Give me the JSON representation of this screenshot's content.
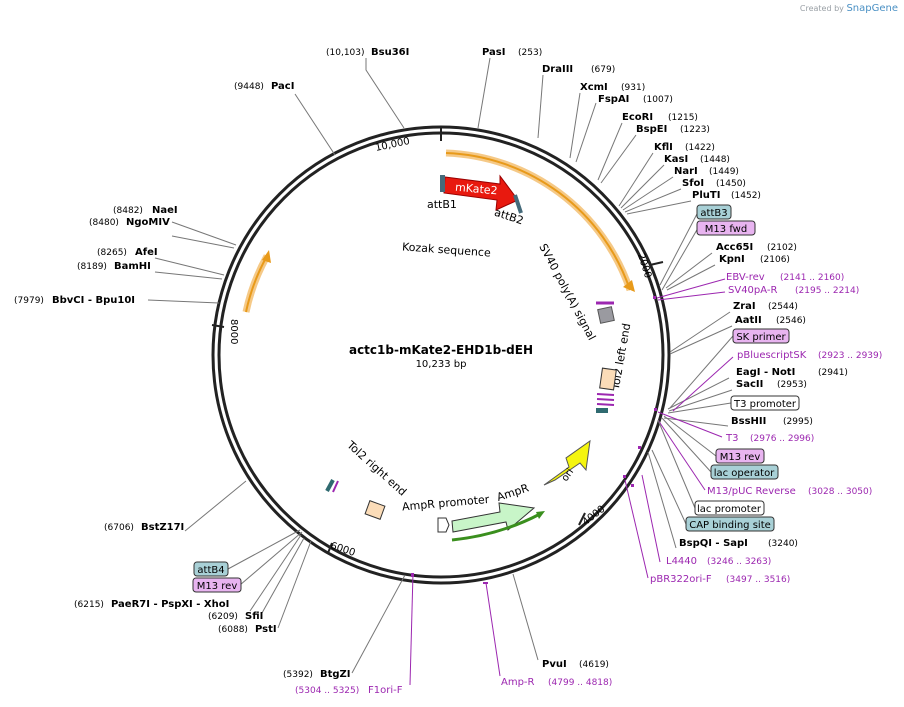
{
  "credit": {
    "prefix": "Created by",
    "brand": "SnapGene"
  },
  "plasmid": {
    "name": "actc1b-mKate2-EHD1b-dEH",
    "length_label": "10,233 bp"
  },
  "ticks": [
    "10,000",
    "2000",
    "4000",
    "6000",
    "8000"
  ],
  "features": {
    "mKate2": "mKate2",
    "attB1": "attB1",
    "attB2": "attB2",
    "kozak": "Kozak sequence",
    "sv40": "SV40 poly(A) signal",
    "tol2_left": "Tol2 left end",
    "tol2_right": "Tol2 right end",
    "ori": "ori",
    "ampr": "AmpR",
    "ampr_promoter": "AmpR promoter"
  },
  "enzymes": [
    {
      "pos": "(10,103)",
      "name": "Bsu36I"
    },
    {
      "pos": "(9448)",
      "name": "PacI"
    },
    {
      "name": "PasI",
      "pos": "(253)"
    },
    {
      "name": "DraIII",
      "pos": "(679)"
    },
    {
      "name": "XcmI",
      "pos": "(931)"
    },
    {
      "name": "FspAI",
      "pos": "(1007)"
    },
    {
      "name": "EcoRI",
      "pos": "(1215)"
    },
    {
      "name": "BspEI",
      "pos": "(1223)"
    },
    {
      "name": "KflI",
      "pos": "(1422)"
    },
    {
      "name": "KasI",
      "pos": "(1448)"
    },
    {
      "name": "NarI",
      "pos": "(1449)"
    },
    {
      "name": "SfoI",
      "pos": "(1450)"
    },
    {
      "name": "PluTI",
      "pos": "(1452)"
    },
    {
      "name": "Acc65I",
      "pos": "(2102)"
    },
    {
      "name": "KpnI",
      "pos": "(2106)"
    },
    {
      "name": "ZraI",
      "pos": "(2544)"
    },
    {
      "name": "AatII",
      "pos": "(2546)"
    },
    {
      "name": "EagI - NotI",
      "pos": "(2941)"
    },
    {
      "name": "SacII",
      "pos": "(2953)"
    },
    {
      "name": "BssHII",
      "pos": "(2995)"
    },
    {
      "name": "BspQI - SapI",
      "pos": "(3240)"
    },
    {
      "name": "PvuI",
      "pos": "(4619)"
    },
    {
      "pos": "(8482)",
      "name": "NaeI"
    },
    {
      "pos": "(8480)",
      "name": "NgoMIV"
    },
    {
      "pos": "(8265)",
      "name": "AfeI"
    },
    {
      "pos": "(8189)",
      "name": "BamHI"
    },
    {
      "pos": "(7979)",
      "name": "BbvCI - Bpu10I"
    },
    {
      "pos": "(6706)",
      "name": "BstZ17I"
    },
    {
      "pos": "(6215)",
      "name": "PaeR7I - PspXI - XhoI"
    },
    {
      "pos": "(6209)",
      "name": "SfiI"
    },
    {
      "pos": "(6088)",
      "name": "PstI"
    },
    {
      "pos": "(5392)",
      "name": "BtgZI"
    }
  ],
  "primers": [
    {
      "name": "EBV-rev",
      "pos": "(2141 .. 2160)"
    },
    {
      "name": "SV40pA-R",
      "pos": "(2195 .. 2214)"
    },
    {
      "name": "pBluescriptSK",
      "pos": "(2923 .. 2939)"
    },
    {
      "name": "T3",
      "pos": "(2976 .. 2996)"
    },
    {
      "name": "M13/pUC Reverse",
      "pos": "(3028 .. 3050)"
    },
    {
      "name": "L4440",
      "pos": "(3246 .. 3263)"
    },
    {
      "name": "pBR322ori-F",
      "pos": "(3497 .. 3516)"
    },
    {
      "name": "Amp-R",
      "pos": "(4799 .. 4818)"
    },
    {
      "name": "F1ori-F",
      "pos": "(5304 .. 5325)"
    }
  ],
  "boxes": [
    {
      "name": "attB3",
      "kind": "teal"
    },
    {
      "name": "M13 fwd",
      "kind": "purple"
    },
    {
      "name": "SK primer",
      "kind": "purple"
    },
    {
      "name": "T3 promoter",
      "kind": "white"
    },
    {
      "name": "M13 rev",
      "kind": "purple"
    },
    {
      "name": "lac operator",
      "kind": "teal"
    },
    {
      "name": "lac promoter",
      "kind": "white"
    },
    {
      "name": "CAP binding site",
      "kind": "teal"
    },
    {
      "name": "attB4",
      "kind": "teal"
    },
    {
      "name": "M13 rev",
      "kind": "purple"
    }
  ],
  "colors": {
    "ring": "#222222",
    "mKate2": "#e8190f",
    "orange_feature": "#f5a623",
    "ori": "#f5f50f",
    "ampr": "#c8f5c8",
    "primer": "#9c27b0",
    "teal_box": "#a8d0d6",
    "purple_box": "#e8b4f0",
    "line": "#7f7f7f"
  }
}
